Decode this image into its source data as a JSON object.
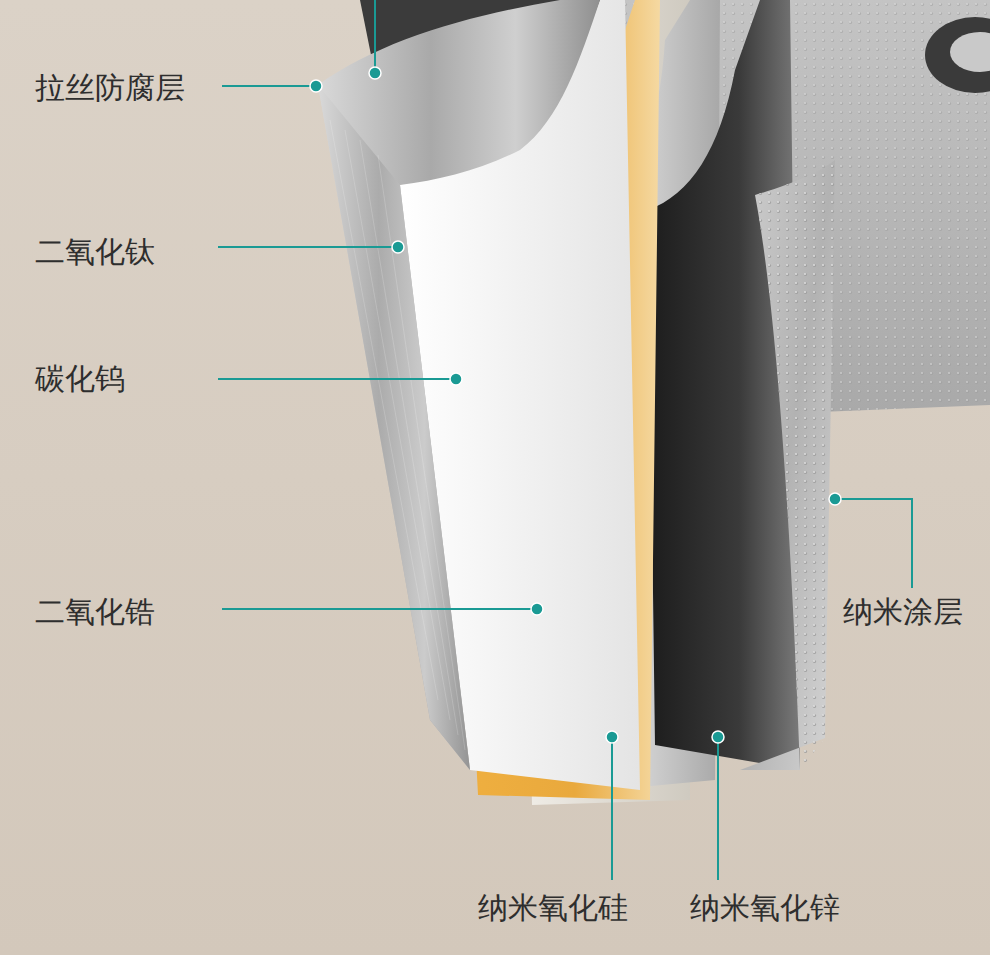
{
  "diagram": {
    "labels": [
      "拉丝防腐层",
      "二氧化钛",
      "碳化钨",
      "二氧化锆",
      "纳米涂层",
      "纳米氧化硅",
      "纳米氧化锌"
    ]
  }
}
